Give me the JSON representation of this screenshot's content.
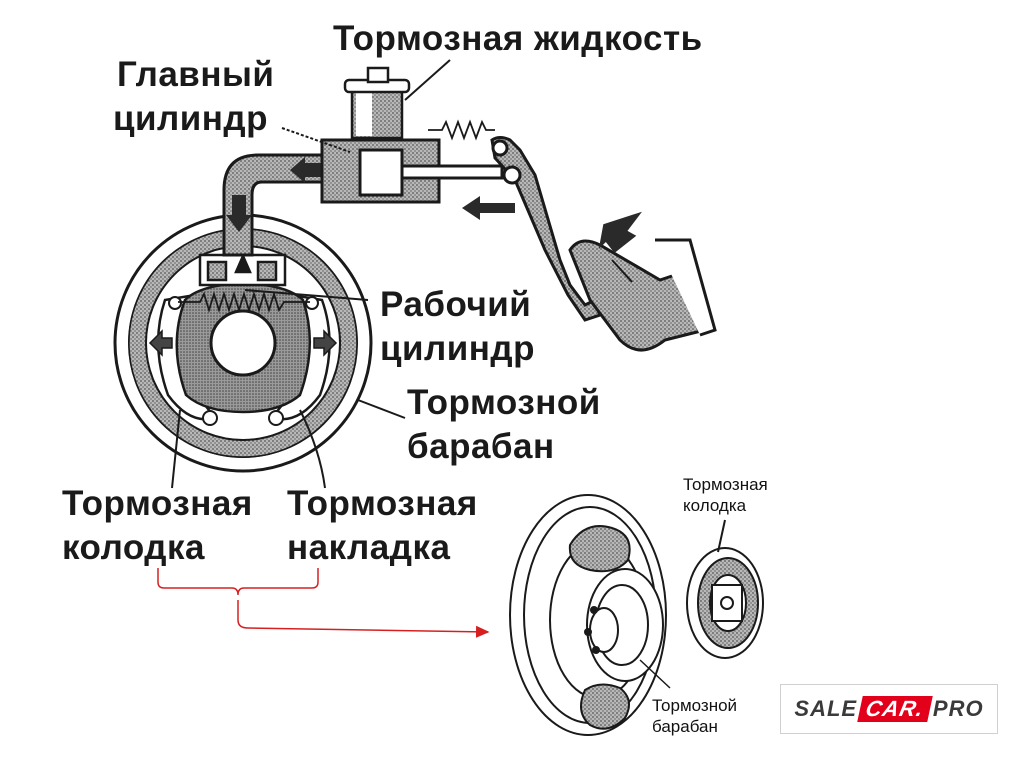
{
  "labels": {
    "brake_fluid": "Тормозная жидкость",
    "master_cylinder_l1": "Главный",
    "master_cylinder_l2": "цилиндр",
    "wheel_cylinder_l1": "Рабочий",
    "wheel_cylinder_l2": "цилиндр",
    "brake_drum_l1": "Тормозной",
    "brake_drum_l2": "барабан",
    "brake_shoe_l1": "Тормозная",
    "brake_shoe_l2": "колодка",
    "brake_lining_l1": "Тормозная",
    "brake_lining_l2": "накладка"
  },
  "small_labels": {
    "shoe_l1": "Тормозная",
    "shoe_l2": "колодка",
    "drum_l1": "Тормозной",
    "drum_l2": "барабан"
  },
  "logo": {
    "part1": "SALE",
    "part2": "CAR.",
    "part3": "PRO"
  },
  "colors": {
    "accent_red": "#e3001b",
    "pointer_red": "#d62020",
    "ink": "#1a1a1a",
    "shade": "#8a8a8a"
  }
}
